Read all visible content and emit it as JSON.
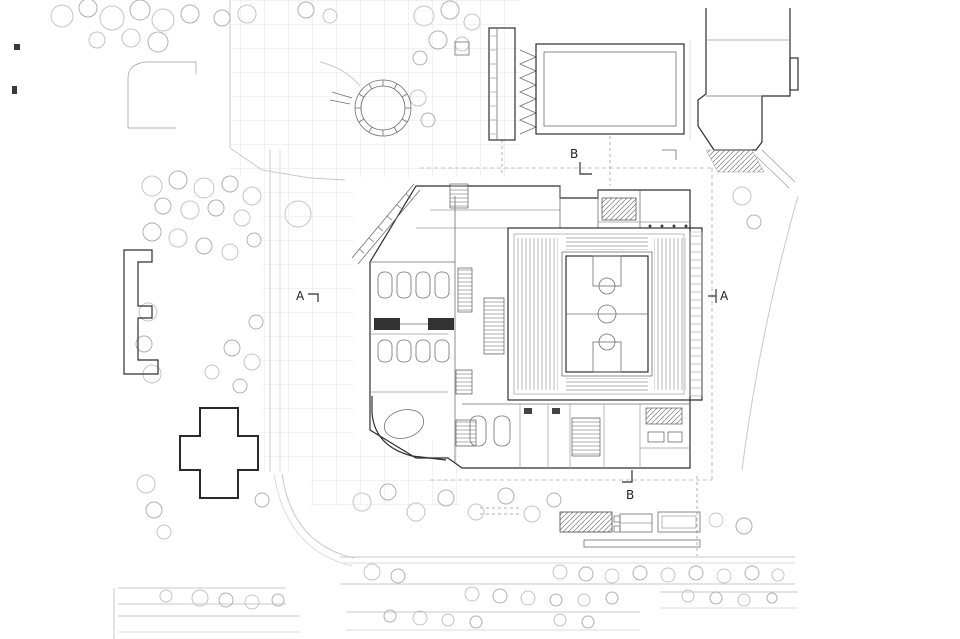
{
  "drawing": {
    "type": "architectural site plan",
    "section_markers": {
      "a_left": "A",
      "a_right": "A",
      "b_top": "B",
      "b_bottom": "B"
    }
  },
  "colors": {
    "paper": "#ffffff",
    "ink_dark": "#2e2e2e",
    "ink_mid": "#6f6f6f",
    "ink_light": "#c4c4c4",
    "grid": "#e6e6e6"
  }
}
